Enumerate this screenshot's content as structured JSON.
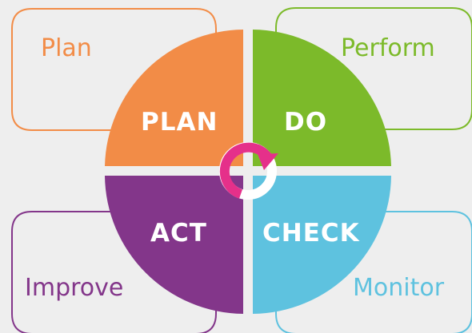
{
  "diagram": {
    "quadrants": {
      "plan": {
        "label": "PLAN",
        "color": "#f28c47"
      },
      "do": {
        "label": "DO",
        "color": "#7cba2a"
      },
      "act": {
        "label": "ACT",
        "color": "#83368a"
      },
      "check": {
        "label": "CHECK",
        "color": "#5ec2df"
      }
    },
    "boxes": {
      "plan": {
        "label": "Plan",
        "color": "#f28c47"
      },
      "perform": {
        "label": "Perform",
        "color": "#7cba2a"
      },
      "improve": {
        "label": "Improve",
        "color": "#83368a"
      },
      "monitor": {
        "label": "Monitor",
        "color": "#5ec2df"
      }
    },
    "cycle_arrow_color": "#e5308a",
    "background": "#eeeeee"
  }
}
